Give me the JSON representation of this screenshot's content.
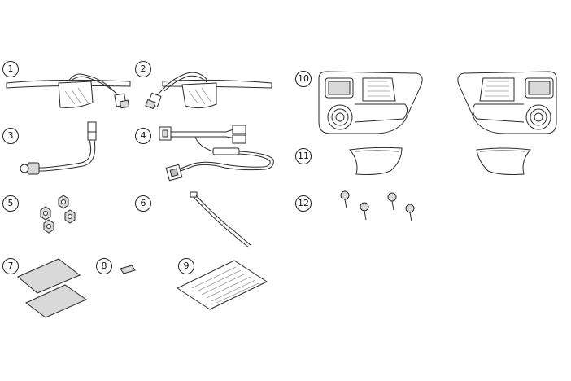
{
  "parts": [
    {
      "id": 1,
      "label": "1"
    },
    {
      "id": 2,
      "label": "2"
    },
    {
      "id": 3,
      "label": "3"
    },
    {
      "id": 4,
      "label": "4"
    },
    {
      "id": 5,
      "label": "5"
    },
    {
      "id": 6,
      "label": "6"
    },
    {
      "id": 7,
      "label": "7"
    },
    {
      "id": 8,
      "label": "8"
    },
    {
      "id": 9,
      "label": "9"
    },
    {
      "id": 10,
      "label": "10"
    },
    {
      "id": 11,
      "label": "11"
    },
    {
      "id": 12,
      "label": "12"
    }
  ]
}
